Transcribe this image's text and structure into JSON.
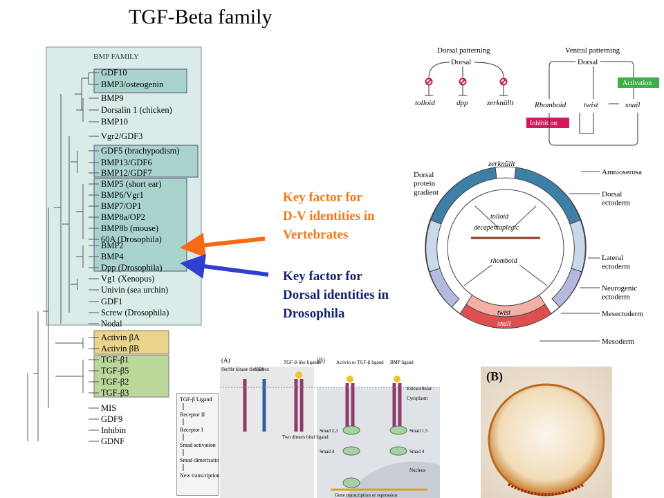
{
  "title": "TGF-Beta family",
  "tree": {
    "header": "BMP FAMILY",
    "leaves": [
      "GDF10",
      "BMP3/osteogenin",
      "BMP9",
      "Dorsalin 1 (chicken)",
      "BMP10",
      "Vgr2/GDF3",
      "GDF5 (brachypodism)",
      "BMP13/GDF6",
      "BMP12/GDF7",
      "BMP5 (short ear)",
      "BMP6/Vgr1",
      "BMP7/OP1",
      "BMP8a/OP2",
      "BMP8b (mouse)",
      "60A (Drosophila)",
      "BMP2",
      "BMP4",
      "Dpp (Drosophila)",
      "Vg1 (Xenopus)",
      "Univin (sea urchin)",
      "GDF1",
      "Screw (Drosophila)",
      "Nodal",
      "Activin βA",
      "Activin βB",
      "TGF-β1",
      "TGF-β5",
      "TGF-β2",
      "TGF-β3",
      "MIS",
      "GDF9",
      "Inhibin",
      "GDNF"
    ],
    "colors": {
      "panel": "#d9ecea",
      "box_teal": "#a9d3cc",
      "box_yellow": "#ead48c",
      "box_green": "#bcd79a",
      "line": "#555555"
    }
  },
  "annotations": {
    "vertebrates": "Key factor for\nD-V identities in\nVertebrates",
    "drosophila": "Key factor for\nDorsal identities in\nDrosophila",
    "vertebrates_color": "#f07a17",
    "drosophila_color": "#13226d",
    "arrow_orange": "#f56a12",
    "arrow_blue": "#2f3fd0"
  },
  "patterning": {
    "dorsal_title": "Dorsal patterning",
    "dorsal_node": "Dorsal",
    "dorsal_targets": [
      "tolloid",
      "dpp",
      "zerknüllt"
    ],
    "ventral_title": "Ventral patterning",
    "ventral_node": "Dorsal",
    "ventral_targets": [
      "Rhomboid",
      "twist",
      "snail"
    ],
    "activation": "Activation",
    "inhibition": "Inhibition",
    "activation_color": "#3fae49",
    "inhibition_color": "#d6175e"
  },
  "embryo": {
    "top_label": "zerknüllt",
    "gradient_label": "Dorsal\nprotein\ngradient",
    "inner_top": "tolloid",
    "inner_top2": "decapentaplegic",
    "inner_mid": "rhomboid",
    "twist": "twist",
    "snail": "snail",
    "right_labels": [
      "Amnioserosa",
      "Dorsal\nectoderm",
      "Lateral\nectoderm",
      "Neurogenic\nectoderm",
      "Mesectoderm",
      "Mesoderm"
    ]
  },
  "pathway": {
    "flow": [
      "TGF-β Ligand",
      "Receptor II",
      "Receptor I",
      "Smad activation",
      "Smad dimerization",
      "New transcription"
    ],
    "panel_a_label": "(A)",
    "panel_b_label": "(B)",
    "receptor_labels": [
      "Ser/thr kinase domain",
      "GS box",
      "TGF-β-like ligands",
      "Two dimers bind ligand"
    ],
    "activin_label": "Activin or TGF-β ligand",
    "bmp_label": "BMP ligand",
    "extracellular": "Extracellular",
    "cytoplasm": "Cytoplasm",
    "smad23": "Smad 2,3",
    "smad15": "Smad 1,5",
    "smad4a": "Smad 4",
    "smad4b": "Smad 4",
    "nucleus": "Nucleus",
    "bottom": "Gene transcription or repression"
  },
  "photo": {
    "label": "(B)"
  }
}
